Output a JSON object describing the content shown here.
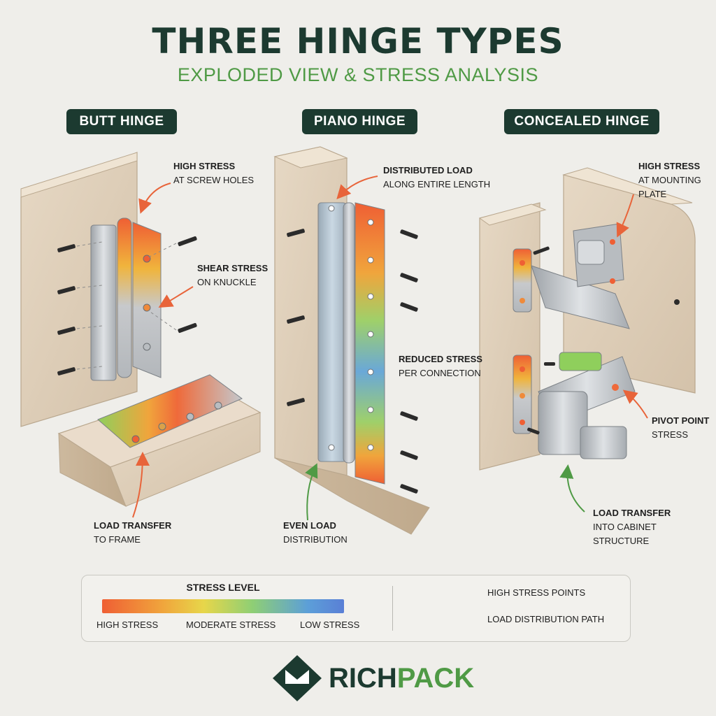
{
  "header": {
    "title": "THREE HINGE TYPES",
    "subtitle": "EXPLODED VIEW & STRESS ANALYSIS"
  },
  "panels": [
    {
      "badge": "BUTT HINGE",
      "callouts": [
        {
          "line1": "HIGH STRESS",
          "line2": "AT SCREW HOLES",
          "kind": "high"
        },
        {
          "line1": "SHEAR STRESS",
          "line2": "ON KNUCKLE",
          "kind": "high"
        },
        {
          "line1": "LOAD TRANSFER",
          "line2": "TO FRAME",
          "kind": "high"
        }
      ]
    },
    {
      "badge": "PIANO HINGE",
      "callouts": [
        {
          "line1": "DISTRIBUTED LOAD",
          "line2": "ALONG ENTIRE LENGTH",
          "kind": "high"
        },
        {
          "line1": "REDUCED STRESS",
          "line2": "PER CONNECTION",
          "kind": "none"
        },
        {
          "line1": "EVEN LOAD",
          "line2": "DISTRIBUTION",
          "kind": "load"
        }
      ]
    },
    {
      "badge": "CONCEALED HINGE",
      "callouts": [
        {
          "line1": "HIGH STRESS",
          "line2": "AT MOUNTING",
          "line3": "PLATE",
          "kind": "high"
        },
        {
          "line1": "PIVOT POINT",
          "line2": "STRESS",
          "kind": "high"
        },
        {
          "line1": "LOAD TRANSFER",
          "line2": "INTO CABINET",
          "line3": "STRUCTURE",
          "kind": "load"
        }
      ]
    }
  ],
  "legend": {
    "title": "STRESS LEVEL",
    "scale": [
      "HIGH STRESS",
      "MODERATE STRESS",
      "LOW STRESS"
    ],
    "arrows": [
      {
        "label": "HIGH STRESS POINTS",
        "color": "#e8643a"
      },
      {
        "label": "LOAD DISTRIBUTION PATH",
        "color": "#4f9a45"
      }
    ]
  },
  "brand": {
    "part1": "RICH",
    "part2": "PACK",
    "primary_color": "#1c3a30",
    "accent_color": "#4f9a45"
  },
  "colors": {
    "high_stress_arrow": "#e8643a",
    "load_path_arrow": "#4f9a45",
    "badge_bg": "#1c3a30"
  }
}
